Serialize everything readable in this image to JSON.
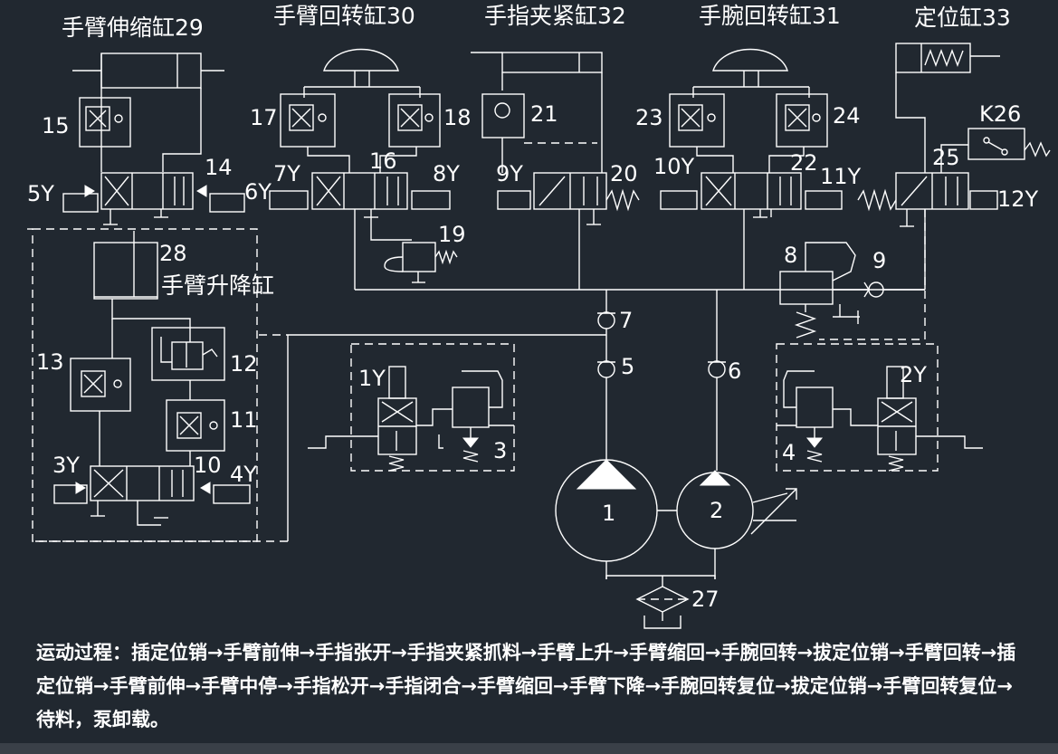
{
  "cylinders": {
    "arm_extend": "手臂伸缩缸29",
    "arm_rotate": "手臂回转缸30",
    "finger_clamp": "手指夹紧缸32",
    "wrist_rotate": "手腕回转缸31",
    "positioning": "定位缸33",
    "arm_lift": "手臂升降缸"
  },
  "labels": {
    "n1": "1",
    "n2": "2",
    "n3": "3",
    "n4": "4",
    "n5": "5",
    "n6": "6",
    "n7": "7",
    "n8": "8",
    "n9": "9",
    "n10": "10",
    "n11": "11",
    "n12": "12",
    "n13": "13",
    "n14": "14",
    "n15": "15",
    "n16": "16",
    "n17": "17",
    "n18": "18",
    "n19": "19",
    "n20": "20",
    "n21": "21",
    "n22": "22",
    "n23": "23",
    "n24": "24",
    "n25": "25",
    "n27": "27",
    "n28": "28",
    "k26": "K26",
    "y1": "1Y",
    "y2": "2Y",
    "y3": "3Y",
    "y4": "4Y",
    "y5": "5Y",
    "y6": "6Y",
    "y7": "7Y",
    "y8": "8Y",
    "y9": "9Y",
    "y10": "10Y",
    "y11": "11Y",
    "y12": "12Y"
  },
  "process_text": "运动过程：插定位销→手臂前伸→手指张开→手指夹紧抓料→手臂上升→手臂缩回→手腕回转→拔定位销→手臂回转→插定位销→手臂前伸→手臂中停→手指松开→手指闭合→手臂缩回→手臂下降→手腕回转复位→拔定位销→手臂回转复位→待料，泵卸载。",
  "colors": {
    "background": "#212830",
    "line": "#ffffff"
  }
}
